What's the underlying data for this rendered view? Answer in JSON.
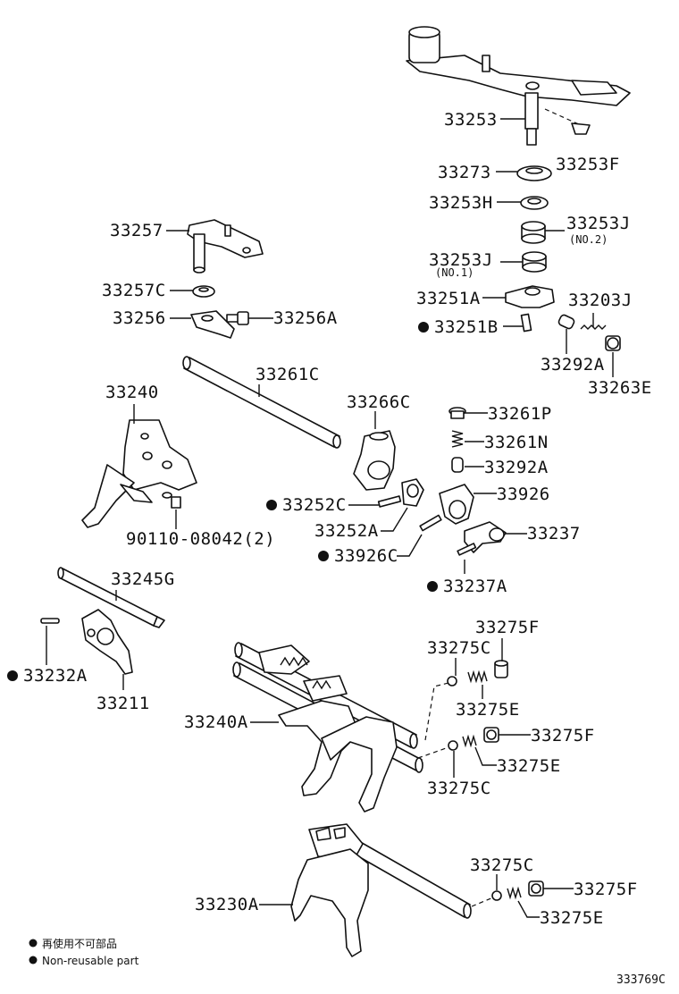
{
  "labels": {
    "p33253": "33253",
    "p33253F": "33253F",
    "p33273": "33273",
    "p33253H": "33253H",
    "p33253J_a": "33253J",
    "p33253J_a_note": "(NO.2)",
    "p33253J_b": "33253J",
    "p33253J_b_note": "(NO.1)",
    "p33251A": "33251A",
    "p33203J": "33203J",
    "p33251B": "33251B",
    "p33292A_a": "33292A",
    "p33263E": "33263E",
    "p33257": "33257",
    "p33257C": "33257C",
    "p33256": "33256",
    "p33256A": "33256A",
    "p33261C": "33261C",
    "p33240": "33240",
    "p33266C": "33266C",
    "p33261P": "33261P",
    "p33261N": "33261N",
    "p33292A_b": "33292A",
    "p33926": "33926",
    "p33252C": "33252C",
    "p33252A": "33252A",
    "p90110": "90110-08042(2)",
    "p33926C": "33926C",
    "p33237": "33237",
    "p33245G": "33245G",
    "p33237A": "33237A",
    "p33275F_a": "33275F",
    "p33275C_a": "33275C",
    "p33232A": "33232A",
    "p33211": "33211",
    "p33275E_a": "33275E",
    "p33240A": "33240A",
    "p33275F_b": "33275F",
    "p33275E_b": "33275E",
    "p33275C_b": "33275C",
    "p33275C_c": "33275C",
    "p33275F_c": "33275F",
    "p33230A": "33230A",
    "p33275E_c": "33275E"
  },
  "legend": {
    "line1": "再使用不可部品",
    "line2": "Non-reusable part"
  },
  "figure_code": "333769C"
}
